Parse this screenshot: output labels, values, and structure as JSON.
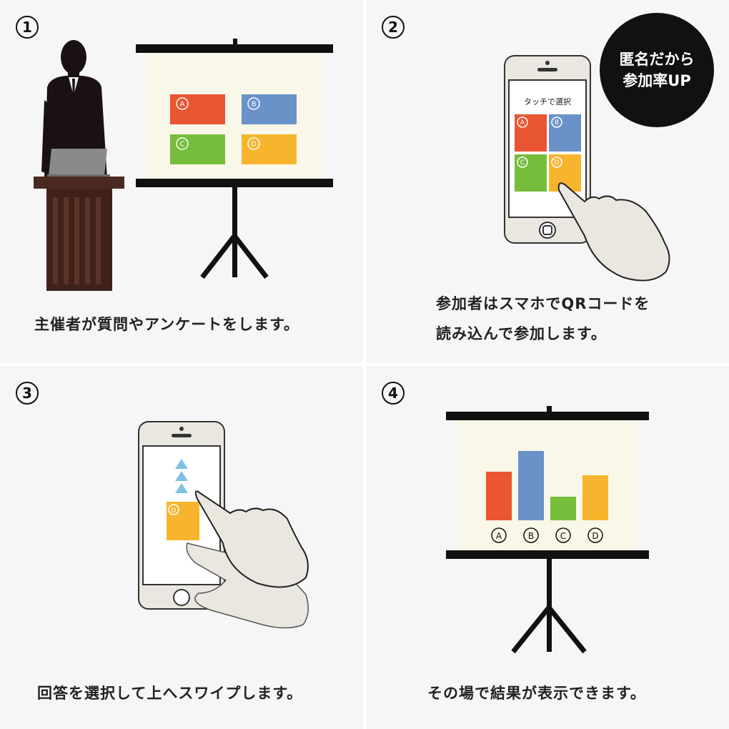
{
  "steps": [
    {
      "number": "1",
      "caption": "主催者が質問やアンケートをします。"
    },
    {
      "number": "2",
      "caption_line1": "参加者はスマホでQRコードを",
      "caption_line2": "読み込んで参加します。",
      "badge_line1": "匿名だから",
      "badge_line2": "参加率UP",
      "phone_prompt": "タッチで選択"
    },
    {
      "number": "3",
      "caption": "回答を選択して上へスワイプします。"
    },
    {
      "number": "4",
      "caption": "その場で結果が表示できます。"
    }
  ],
  "options": [
    "A",
    "B",
    "C",
    "D"
  ],
  "colors": {
    "A": "#ea5532",
    "B": "#6a92c9",
    "C": "#76bd3c",
    "D": "#f6b52d",
    "arrow": "#7fc1e4",
    "screen": "#f9f7e8"
  },
  "chart_data": {
    "type": "bar",
    "categories": [
      "A",
      "B",
      "C",
      "D"
    ],
    "values": [
      68,
      97,
      33,
      63
    ],
    "ylim": [
      0,
      100
    ]
  }
}
